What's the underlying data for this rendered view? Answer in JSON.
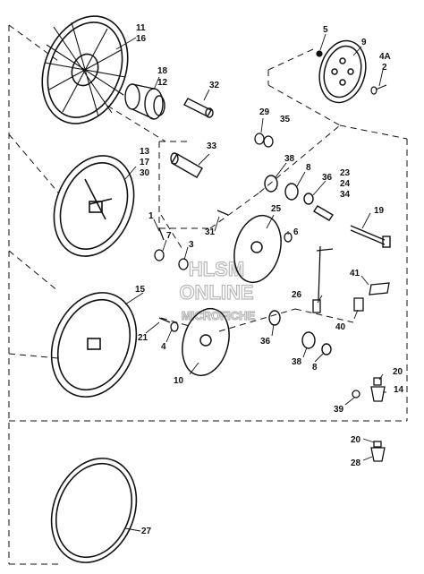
{
  "watermark": {
    "line1": "HLSM",
    "line2": "ONLINE",
    "line3": "MICROFICHE"
  },
  "callouts": [
    {
      "id": "c11",
      "text": "11"
    },
    {
      "id": "c16",
      "text": "16"
    },
    {
      "id": "c18",
      "text": "18"
    },
    {
      "id": "c12",
      "text": "12"
    },
    {
      "id": "c32",
      "text": "32"
    },
    {
      "id": "c5",
      "text": "5"
    },
    {
      "id": "c9",
      "text": "9"
    },
    {
      "id": "c4A",
      "text": "4A"
    },
    {
      "id": "c2",
      "text": "2"
    },
    {
      "id": "c29",
      "text": "29"
    },
    {
      "id": "c35",
      "text": "35"
    },
    {
      "id": "c33",
      "text": "33"
    },
    {
      "id": "c13",
      "text": "13"
    },
    {
      "id": "c17",
      "text": "17"
    },
    {
      "id": "c30",
      "text": "30"
    },
    {
      "id": "c38a",
      "text": "38"
    },
    {
      "id": "c8a",
      "text": "8"
    },
    {
      "id": "c36a",
      "text": "36"
    },
    {
      "id": "c23",
      "text": "23"
    },
    {
      "id": "c24",
      "text": "24"
    },
    {
      "id": "c34",
      "text": "34"
    },
    {
      "id": "c19",
      "text": "19"
    },
    {
      "id": "c1",
      "text": "1"
    },
    {
      "id": "c7",
      "text": "7"
    },
    {
      "id": "c31",
      "text": "31"
    },
    {
      "id": "c25",
      "text": "25"
    },
    {
      "id": "c6",
      "text": "6"
    },
    {
      "id": "c3",
      "text": "3"
    },
    {
      "id": "c41",
      "text": "41"
    },
    {
      "id": "c26",
      "text": "26"
    },
    {
      "id": "c15",
      "text": "15"
    },
    {
      "id": "c40",
      "text": "40"
    },
    {
      "id": "c21",
      "text": "21"
    },
    {
      "id": "c4",
      "text": "4"
    },
    {
      "id": "c36b",
      "text": "36"
    },
    {
      "id": "c38b",
      "text": "38"
    },
    {
      "id": "c8b",
      "text": "8"
    },
    {
      "id": "c10",
      "text": "10"
    },
    {
      "id": "c20a",
      "text": "20"
    },
    {
      "id": "c14",
      "text": "14"
    },
    {
      "id": "c39",
      "text": "39"
    },
    {
      "id": "c20b",
      "text": "20"
    },
    {
      "id": "c28",
      "text": "28"
    },
    {
      "id": "c27",
      "text": "27"
    }
  ]
}
